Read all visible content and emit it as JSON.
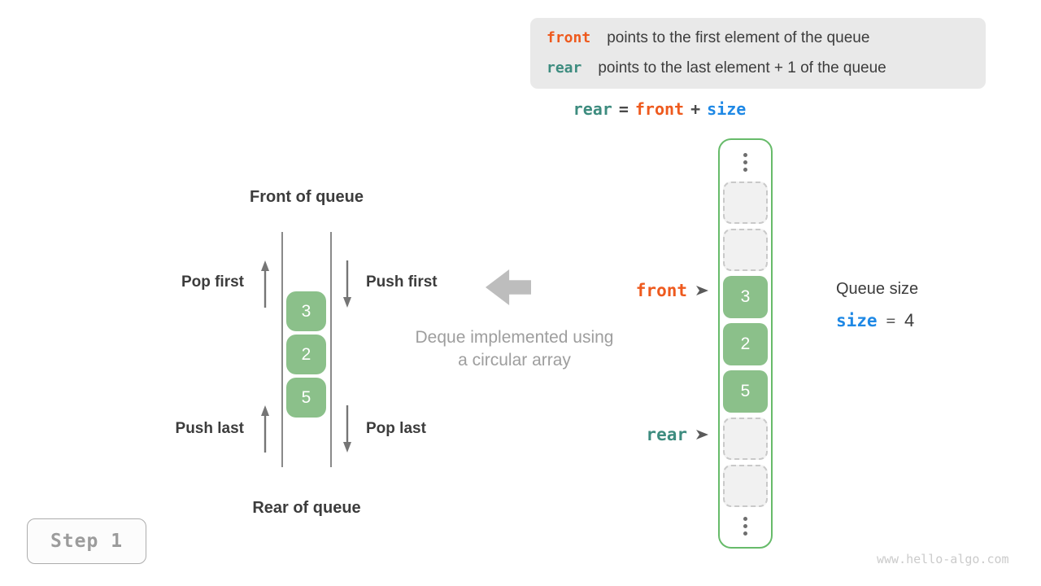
{
  "colors": {
    "orange": "#EE5A1E",
    "teal": "#3D8C7F",
    "blue": "#1E88E5",
    "green_fill": "#8BC08A",
    "green_border": "#67BB6A"
  },
  "info_box": {
    "line1": {
      "code": "front",
      "text": "points to the first element of the queue"
    },
    "line2": {
      "code": "rear",
      "text": "points to the last element + 1 of the queue"
    }
  },
  "formula": {
    "lhs": "rear",
    "eq": "=",
    "op1": "front",
    "plus": "+",
    "op2": "size"
  },
  "left_diagram": {
    "front_label": "Front of queue",
    "rear_label": "Rear of queue",
    "pop_first": "Pop first",
    "push_first": "Push first",
    "push_last": "Push last",
    "pop_last": "Pop last",
    "values": [
      "3",
      "2",
      "5"
    ]
  },
  "caption": {
    "line1": "Deque implemented using",
    "line2": "a circular array"
  },
  "array": {
    "front_pointer": "front",
    "rear_pointer": "rear",
    "values": [
      "3",
      "2",
      "5"
    ]
  },
  "queue_size": {
    "label": "Queue size",
    "code": "size",
    "eq": "=",
    "value": "4"
  },
  "step_label": "Step 1",
  "watermark": "www.hello-algo.com"
}
